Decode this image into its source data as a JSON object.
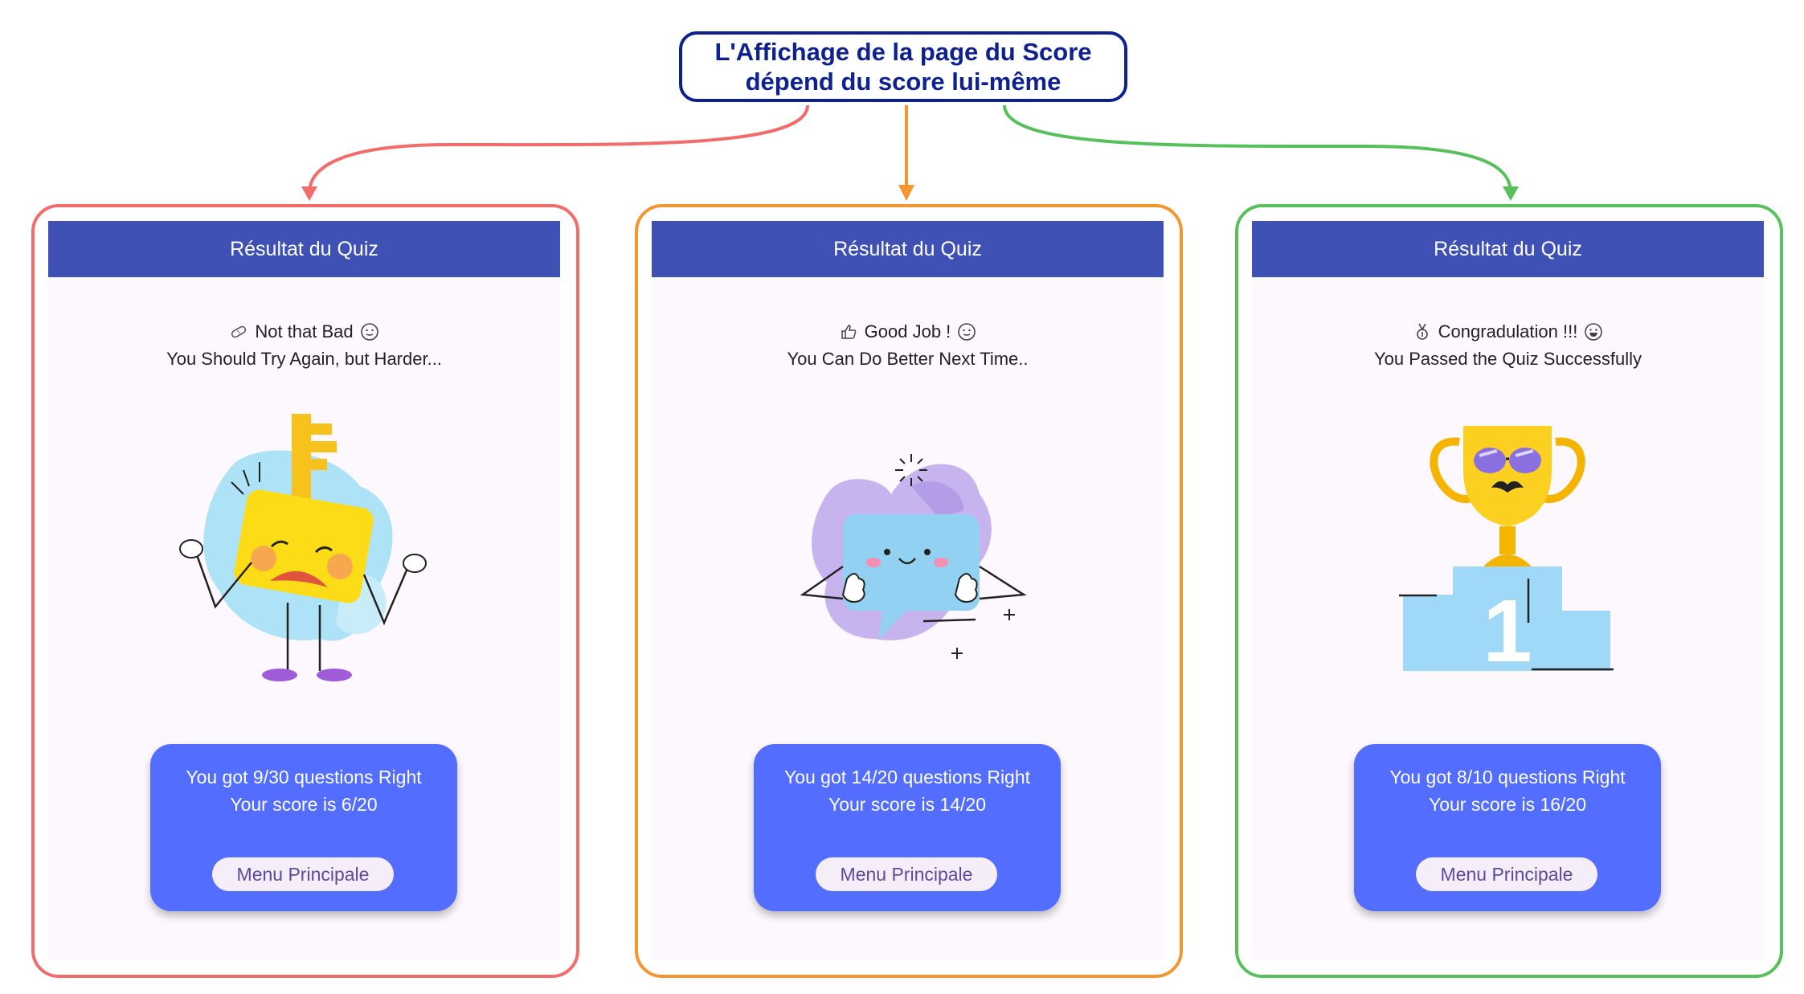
{
  "title": {
    "line1": "L'Affichage de la page du Score",
    "line2": "dépend du score lui-même"
  },
  "colors": {
    "title": "#0d2191",
    "low": "#f26c6c",
    "mid": "#f4962f",
    "high": "#56c15a",
    "appbar": "#3f51b5",
    "score_card": "#536dfe"
  },
  "screens": [
    {
      "appbar_title": "Résultat du Quiz",
      "heading": "Not that Bad",
      "heading_icon": "bandage-icon",
      "heading_face": "slightly-smiling-face-icon",
      "subheading": "You Should Try Again, but Harder...",
      "illustration": "sad-key-character",
      "questions_text": "You got 9/30 questions Right",
      "score_text": "Your score is 6/20",
      "button_label": "Menu Principale"
    },
    {
      "appbar_title": "Résultat du Quiz",
      "heading": "Good Job !",
      "heading_icon": "thumbs-up-icon",
      "heading_face": "slightly-smiling-face-icon",
      "subheading": "You Can Do Better Next Time..",
      "illustration": "thumbs-up-chat-bubble-character",
      "questions_text": "You got 14/20 questions Right",
      "score_text": "Your score is 14/20",
      "button_label": "Menu Principale"
    },
    {
      "appbar_title": "Résultat du Quiz",
      "heading": "Congradulation !!!",
      "heading_icon": "medal-icon",
      "heading_face": "grinning-face-icon",
      "subheading": "You Passed the Quiz Successfully",
      "illustration": "trophy-on-podium",
      "podium_number": "1",
      "questions_text": "You got 8/10 questions Right",
      "score_text": "Your score is 16/20",
      "button_label": "Menu Principale"
    }
  ]
}
